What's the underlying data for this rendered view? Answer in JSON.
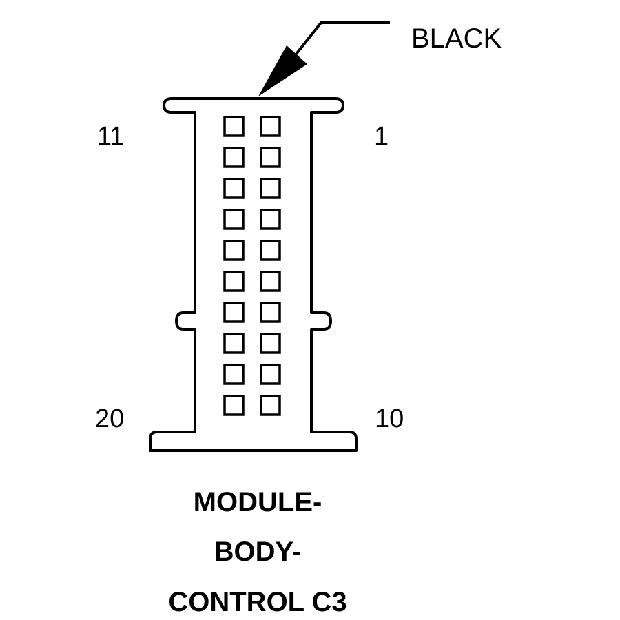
{
  "connector": {
    "color_label": "BLACK",
    "pin_labels": {
      "top_left": "11",
      "top_right": "1",
      "bottom_left": "20",
      "bottom_right": "10"
    },
    "title_lines": [
      "MODULE-",
      "BODY-",
      "CONTROL C3"
    ],
    "cavity_rows": 10,
    "cavity_columns": 2,
    "colors": {
      "line": "#000000",
      "background": "#ffffff"
    }
  }
}
